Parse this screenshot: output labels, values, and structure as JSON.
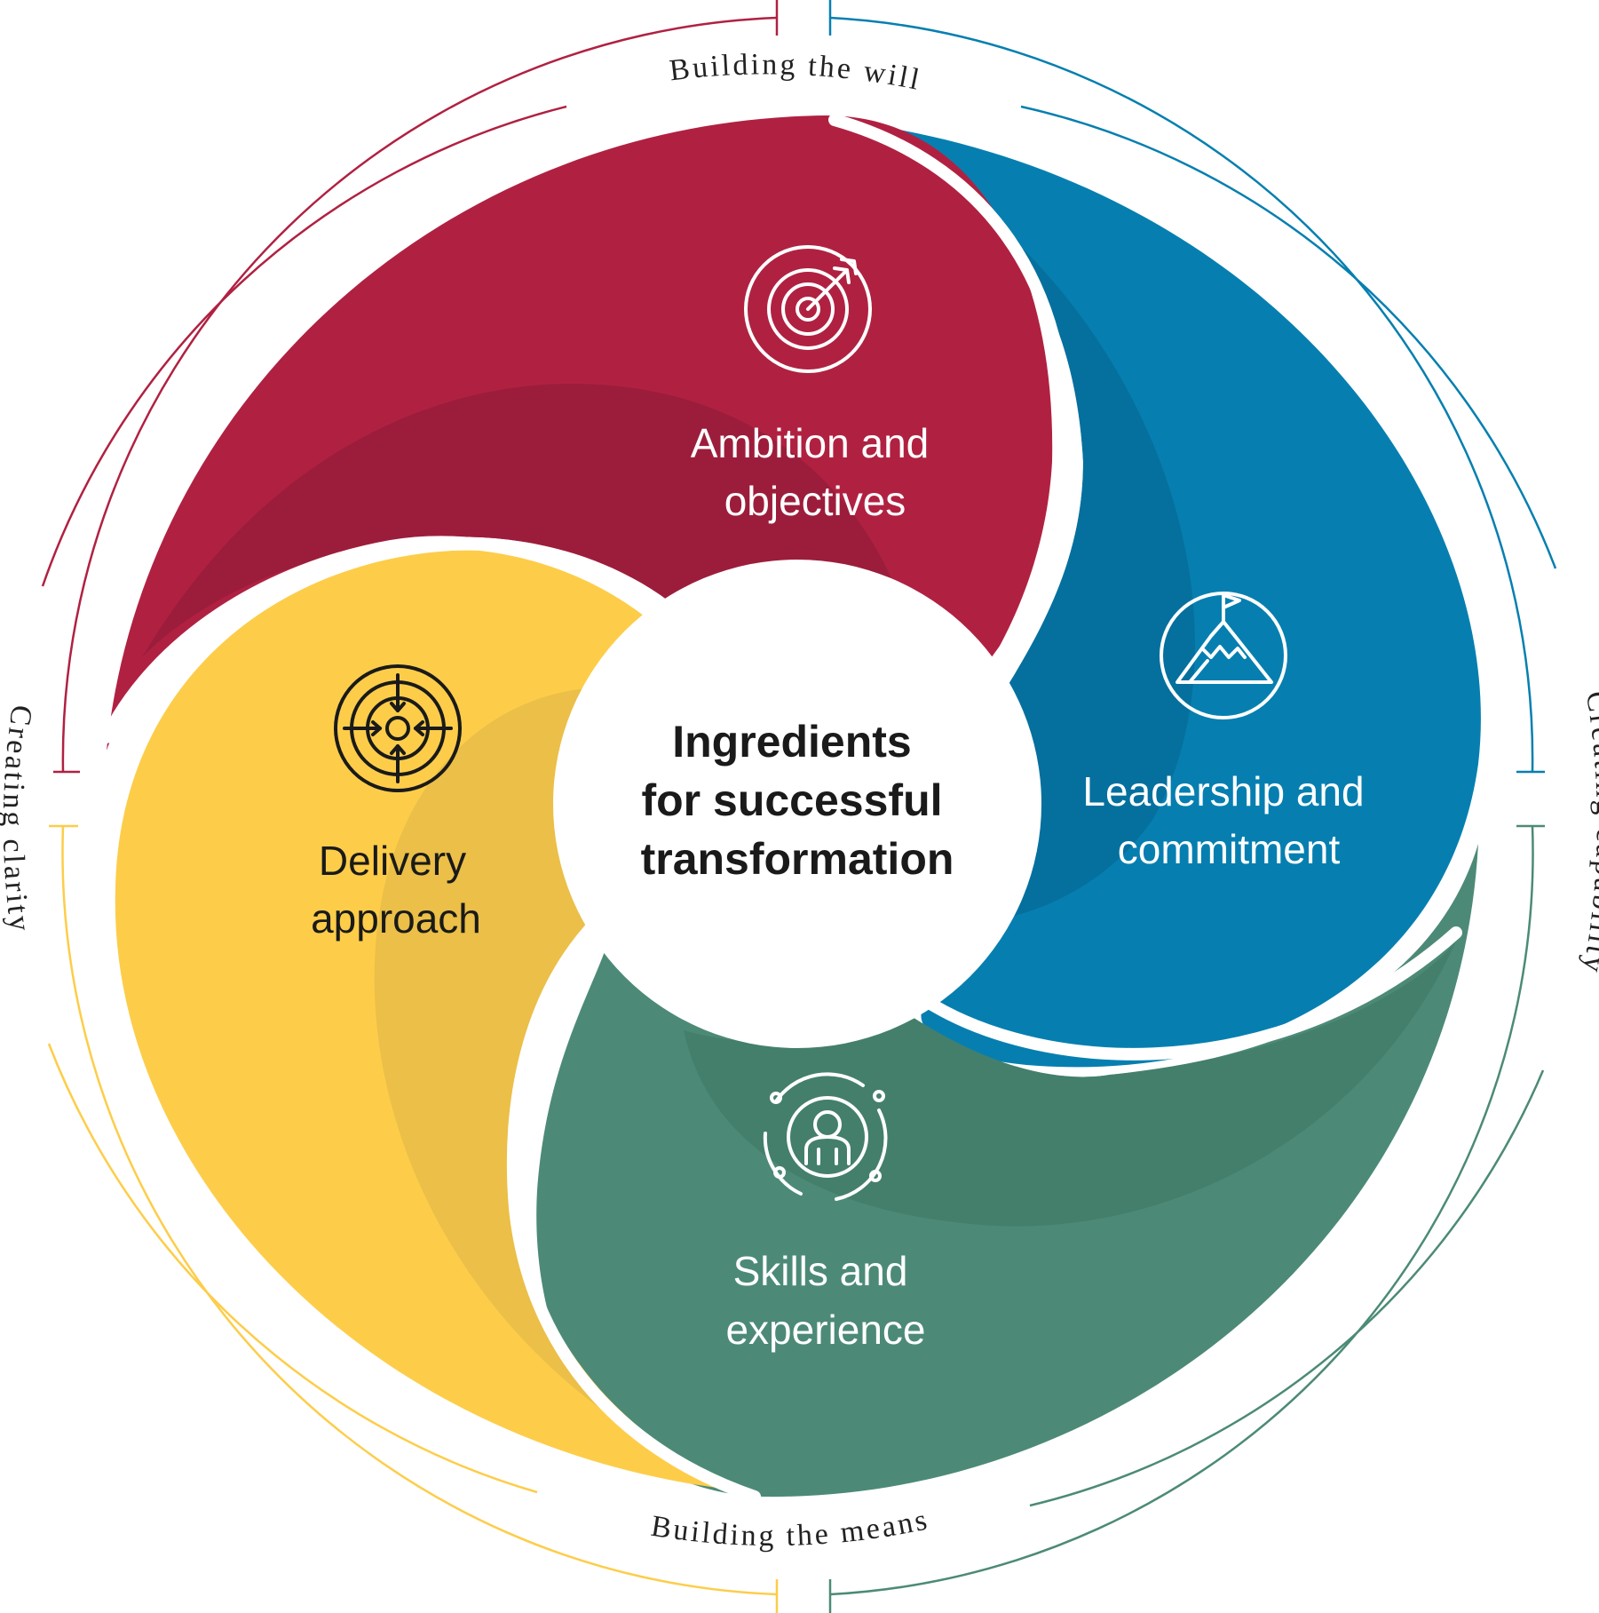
{
  "colors": {
    "red": "#B02141",
    "red_dark": "#9C1D3B",
    "blue": "#067FB0",
    "blue_dark": "#05709E",
    "green": "#4C8A77",
    "green_dark": "#447F6C",
    "yellow": "#FDCD4A",
    "yellow_dark": "#EBBF48",
    "text_dark": "#1a1a1a"
  },
  "center": {
    "line1": "Ingredients",
    "line2": "for successful",
    "line3": "transformation"
  },
  "segments": [
    {
      "id": "ambition",
      "icon": "target-arrow-icon",
      "line1": "Ambition and",
      "line2": "objectives"
    },
    {
      "id": "leadership",
      "icon": "mountain-flag-icon",
      "line1": "Leadership and",
      "line2": "commitment"
    },
    {
      "id": "skills",
      "icon": "person-orbit-icon",
      "line1": "Skills and",
      "line2": "experience"
    },
    {
      "id": "delivery",
      "icon": "crosshair-target-icon",
      "line1": "Delivery",
      "line2": "approach"
    }
  ],
  "outer_labels": {
    "top": "Building the will",
    "right": "Creating capability",
    "bottom": "Building the means",
    "left": "Creating clarity"
  }
}
